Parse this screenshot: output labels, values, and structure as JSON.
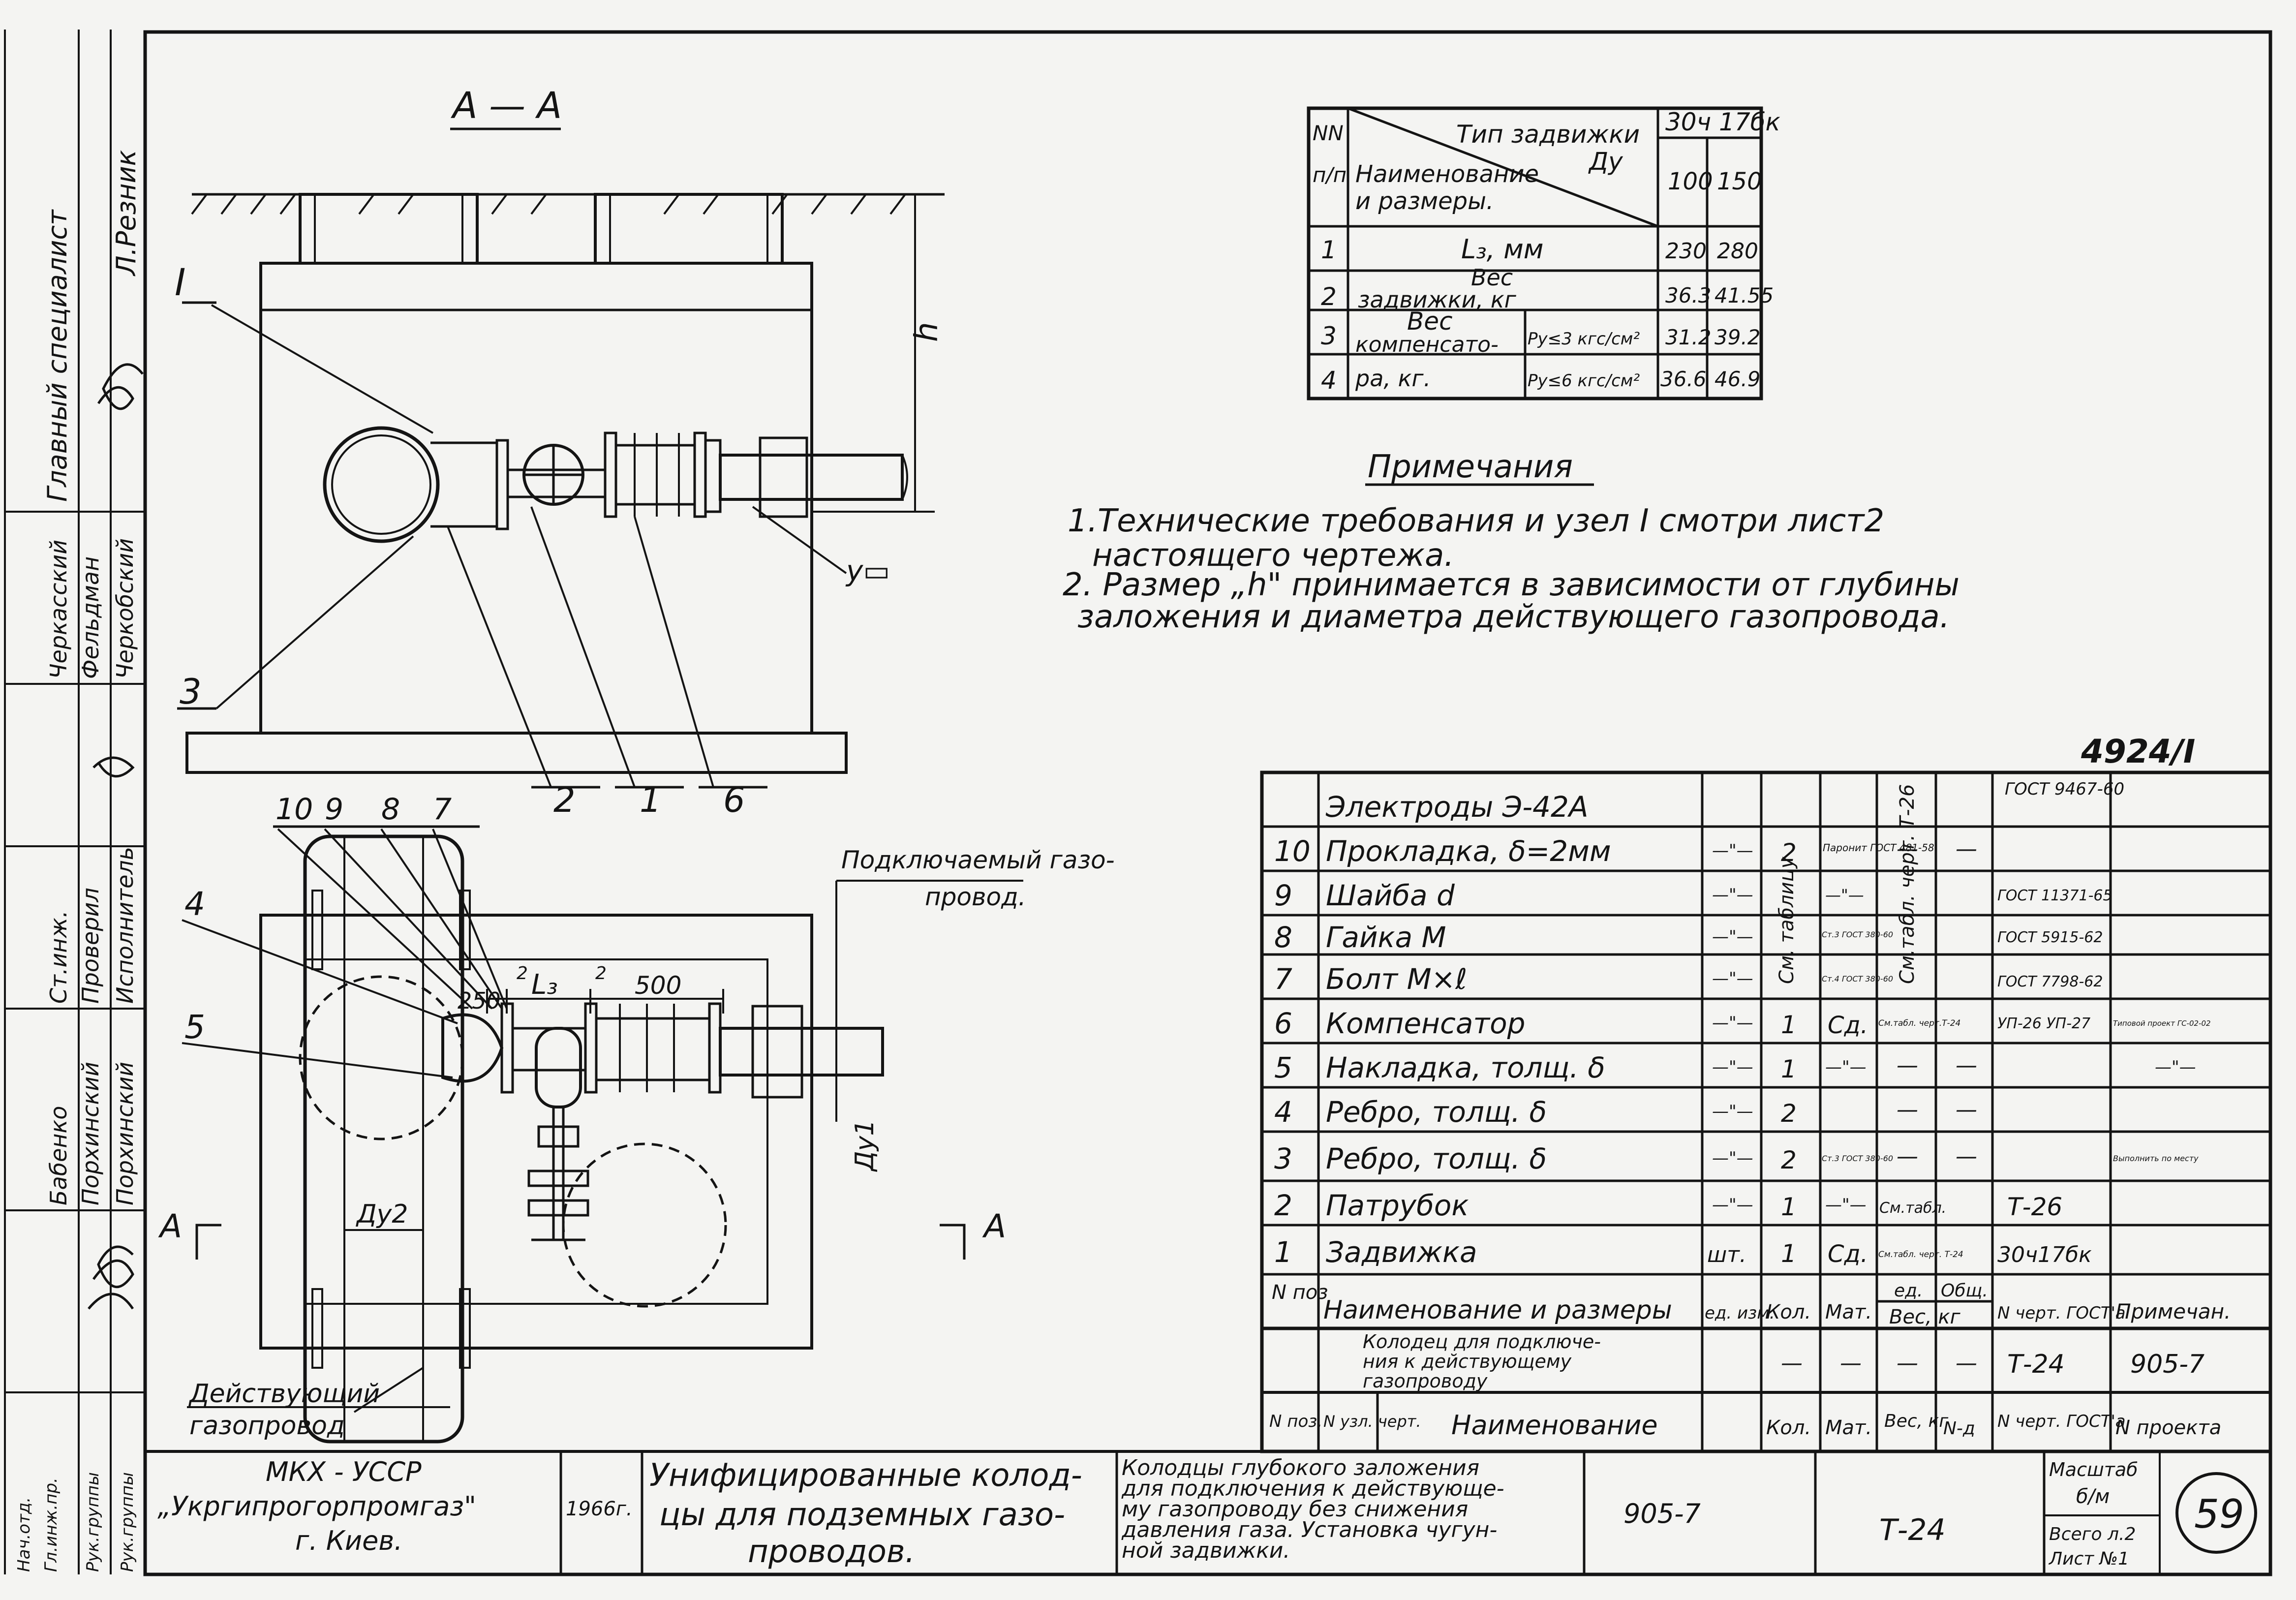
{
  "section_label": "А — А",
  "callouts": {
    "detail_node": "I",
    "n1": "1",
    "n2": "2",
    "n3": "3",
    "n4": "4",
    "n5": "5",
    "n6": "6",
    "n7": "7",
    "n8": "8",
    "n9": "9",
    "n10": "10"
  },
  "dims": {
    "h": "h",
    "y": "у▭",
    "l3": "L₃",
    "d250": "250",
    "d500": "500",
    "sup2a": "2",
    "sup2b": "2",
    "dy1": "Ду1",
    "dy2": "Ду2",
    "cut_a_left": "А",
    "cut_a_right": "А"
  },
  "plan_labels": {
    "connected_pipe_1": "Подключаемый газо-",
    "connected_pipe_2": "провод.",
    "existing_pipe_1": "Действующий",
    "existing_pipe_2": "газопровод"
  },
  "spec_table": {
    "col_num_1": "NN",
    "col_num_2": "п/п",
    "diag_top": "Тип задвижки",
    "diag_bottom_1": "Наименование",
    "diag_bottom_2": "и размеры.",
    "diag_dy": "Ду",
    "valve_type": "30ч 17бк",
    "dy100": "100",
    "dy150": "150",
    "rows": [
      {
        "n": "1",
        "name": "L₃, мм",
        "v100": "230",
        "v150": "280"
      },
      {
        "n": "2",
        "name_1": "Вес",
        "name_2": "задвижки, кг",
        "v100": "36.3",
        "v150": "41.55"
      },
      {
        "n": "3",
        "name_1": "Вес",
        "name_2": "компенсато-",
        "sub": "Ру≤3 кгс/см²",
        "v100": "31.2",
        "v150": "39.2"
      },
      {
        "n": "4",
        "name_1": "ра, кг.",
        "sub": "Ру≤6 кгс/см²",
        "v100": "36.6",
        "v150": "46.9"
      }
    ]
  },
  "notes": {
    "title": "Примечания",
    "l1": "1.Технические требования и узел I смотри лист2",
    "l2": "настоящего чертежа.",
    "l3": "2. Размер „h\" принимается в зависимости от глубины",
    "l4": "заложения и диаметра действующего газопровода."
  },
  "doc_number": "4924/I",
  "bom": {
    "rows": [
      {
        "pos": "",
        "name": "Электроды Э-42А",
        "unit": "",
        "qty": "",
        "mat": "",
        "weight": "",
        "total": "",
        "doc": "ГОСТ 9467-60",
        "note": ""
      },
      {
        "pos": "10",
        "name": "Прокладка, δ=2мм",
        "unit": "—\"—",
        "qty": "2",
        "mat": "Паронит ГОСТ 481-58",
        "weight": "—",
        "total": "—",
        "doc": "",
        "note": ""
      },
      {
        "pos": "9",
        "name": "Шайба d",
        "unit": "—\"—",
        "qty": "",
        "mat": "—\"—",
        "weight": "",
        "total": "",
        "doc": "ГОСТ 11371-65",
        "note": ""
      },
      {
        "pos": "8",
        "name": "Гайка М",
        "unit": "—\"—",
        "qty": "",
        "mat": "Ст.3 ГОСТ 380-60",
        "weight": "",
        "total": "",
        "doc": "ГОСТ 5915-62",
        "note": ""
      },
      {
        "pos": "7",
        "name": "Болт М×ℓ",
        "unit": "—\"—",
        "qty": "",
        "mat": "Ст.4 ГОСТ 380-60",
        "weight": "",
        "total": "",
        "doc": "ГОСТ 7798-62",
        "note": ""
      },
      {
        "pos": "6",
        "name": "Компенсатор",
        "unit": "—\"—",
        "qty": "1",
        "mat": "Сд.",
        "weight": "См.табл. черт.Т-24",
        "total": "",
        "doc": "УП-26 УП-27",
        "note": "Типовой проект ГС-02-02"
      },
      {
        "pos": "5",
        "name": "Накладка, толщ. δ",
        "unit": "—\"—",
        "qty": "1",
        "mat": "—\"—",
        "weight": "—",
        "total": "—",
        "doc": "",
        "note": "—\"—"
      },
      {
        "pos": "4",
        "name": "Ребро, толщ. δ",
        "unit": "—\"—",
        "qty": "2",
        "mat": "—\"—",
        "weight": "—",
        "total": "—",
        "doc": "",
        "note": ""
      },
      {
        "pos": "3",
        "name": "Ребро, толщ. δ",
        "unit": "—\"—",
        "qty": "2",
        "mat": "Ст.3 ГОСТ 380-60",
        "weight": "—",
        "total": "—",
        "doc": "",
        "note": "Выполнить по месту"
      },
      {
        "pos": "2",
        "name": "Патрубок",
        "unit": "—\"—",
        "qty": "1",
        "mat": "—\"—",
        "weight": "См.табл.",
        "total": "",
        "doc": "Т-26",
        "note": ""
      },
      {
        "pos": "1",
        "name": "Задвижка",
        "unit": "шт.",
        "qty": "1",
        "mat": "Сд.",
        "weight": "См.табл. черт. Т-24",
        "total": "",
        "doc": "30ч17бк",
        "note": ""
      }
    ],
    "vertical_merge_1": "См. таблицу",
    "vertical_merge_2": "См.табл. черт. Т-26",
    "hdr": {
      "pos": "N поз",
      "name": "Наименование и размеры",
      "unit": "ед. изм.",
      "qty": "Кол.",
      "mat": "Мат.",
      "w1": "ед.",
      "w2": "Общ.",
      "w3": "Вес, кг",
      "doc": "N черт. ГОСТ'а",
      "note": "Примечан."
    },
    "assembly": {
      "name_1": "Колодец для подключе-",
      "name_2": "ния к действующему",
      "name_3": "газопроводу",
      "qty": "—",
      "mat": "—",
      "w": "—",
      "t": "—",
      "doc": "Т-24",
      "note": "905-7"
    },
    "hdr2": {
      "pos": "N поз.",
      "node": "N узл. черт.",
      "name": "Наименование",
      "qty": "Кол.",
      "mat": "Мат.",
      "w": "Вес, кг",
      "t": "N-д",
      "doc": "N черт. ГОСТ'а",
      "note": "N проекта"
    }
  },
  "sidebar": {
    "role1": "Главный специалист",
    "name1": "Л.Резник",
    "role2": "Черкасский",
    "name2": "Фельдман",
    "name3": "Черкобский",
    "role4": "Ст.инж.",
    "role5": "Проверил",
    "role6": "Исполнитель",
    "name7": "Бабенко",
    "name8": "Порхинский",
    "name9": "Порхинский",
    "r1": "Нач.отд.",
    "r2": "Гл.инж.пр.",
    "r3": "Рук.группы",
    "r4": "Рук.группы"
  },
  "title_block": {
    "org1": "МКХ - УССР",
    "org2": "„Укргипрогорпромгаз\"",
    "org3": "г. Киев.",
    "year": "1966г.",
    "title1": "Унифицированные колод-",
    "title2": "цы для подземных газо-",
    "title3": "проводов.",
    "desc1": "Колодцы глубокого заложения",
    "desc2": "для подключения к действующе-",
    "desc3": "му газопроводу без снижения",
    "desc4": "давления газа. Установка чугун-",
    "desc5": "ной задвижки.",
    "project": "905-7",
    "sheet_code": "Т-24",
    "scale_lbl": "Масштаб",
    "scale_val": "б/м",
    "sheets_total": "Всего л.2",
    "sheet_n": "Лист №1",
    "page_num": "59"
  }
}
